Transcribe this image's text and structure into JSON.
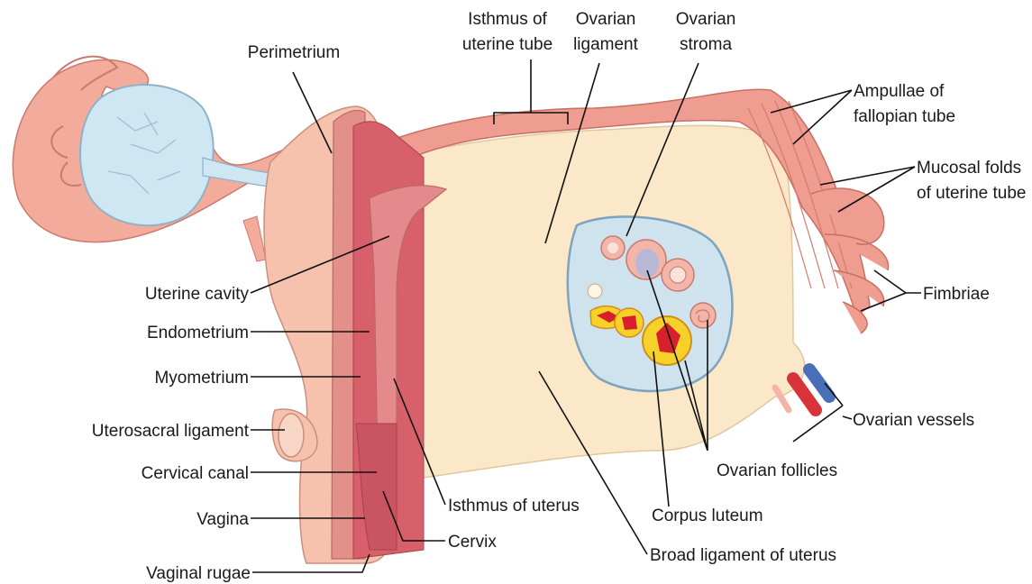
{
  "labels": {
    "perimetrium": "Perimetrium",
    "isthmus_tube_1": "Isthmus of",
    "isthmus_tube_2": "uterine tube",
    "ovarian_ligament_1": "Ovarian",
    "ovarian_ligament_2": "ligament",
    "ovarian_stroma_1": "Ovarian",
    "ovarian_stroma_2": "stroma",
    "ampullae_1": "Ampullae of",
    "ampullae_2": "fallopian tube",
    "mucosal_1": "Mucosal folds",
    "mucosal_2": "of uterine tube",
    "fimbriae": "Fimbriae",
    "uterine_cavity": "Uterine cavity",
    "endometrium": "Endometrium",
    "myometrium": "Myometrium",
    "uterosacral": "Uterosacral ligament",
    "cervical_canal": "Cervical canal",
    "vagina": "Vagina",
    "vaginal_rugae": "Vaginal rugae",
    "isthmus_uterus": "Isthmus of uterus",
    "cervix": "Cervix",
    "corpus_luteum": "Corpus luteum",
    "ovarian_follicles": "Ovarian follicles",
    "ovarian_vessels": "Ovarian vessels",
    "broad_ligament": "Broad ligament of uterus"
  },
  "colors": {
    "tissue_light": "#f6c2ad",
    "tissue_pink": "#ef9d91",
    "muscle": "#d8606b",
    "cavity": "#e58a8c",
    "broad_ligament": "#fbe8c9",
    "ovary_stroma": "#cfe3ef",
    "follicle_yellow": "#f7d12a",
    "corpus_red": "#d81f2c",
    "vessel_red": "#d8323a",
    "vessel_blue": "#4a6fb8"
  }
}
